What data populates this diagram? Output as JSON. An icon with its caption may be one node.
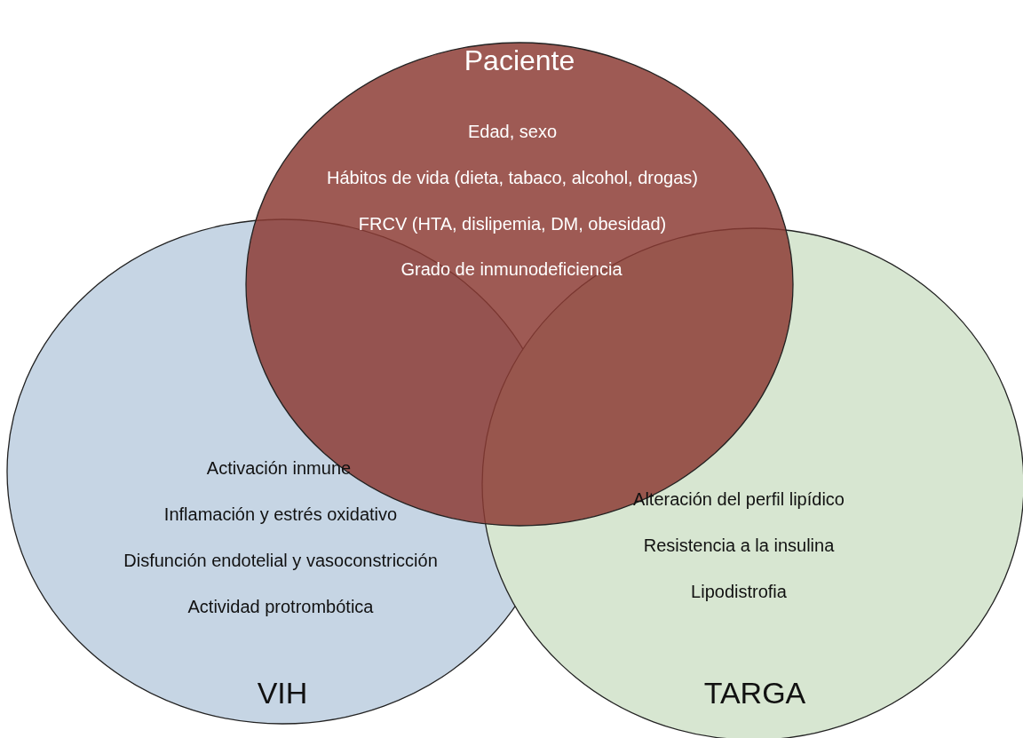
{
  "diagram": {
    "nodes": [
      {
        "text": [
          "Paciente",
          "Edad, sexo",
          "Hábitos de vida (dieta, tabaco, alcohol, drogas)",
          "FRCV (HTA, dislipemia, DM, obesidad)",
          "Grado de inmunodeficiencia"
        ]
      },
      {
        "text": [
          "Activación inmune",
          "Inflamación y estrés oxidativo",
          "Disfunción endotelial y vasoconstricción",
          "Actividad protrombótica",
          "VIH"
        ]
      },
      {
        "text": [
          "Alteración del perfil lipídico",
          "Resistencia a la insulina",
          "Lipodistrofia",
          "TARGA"
        ]
      }
    ]
  }
}
